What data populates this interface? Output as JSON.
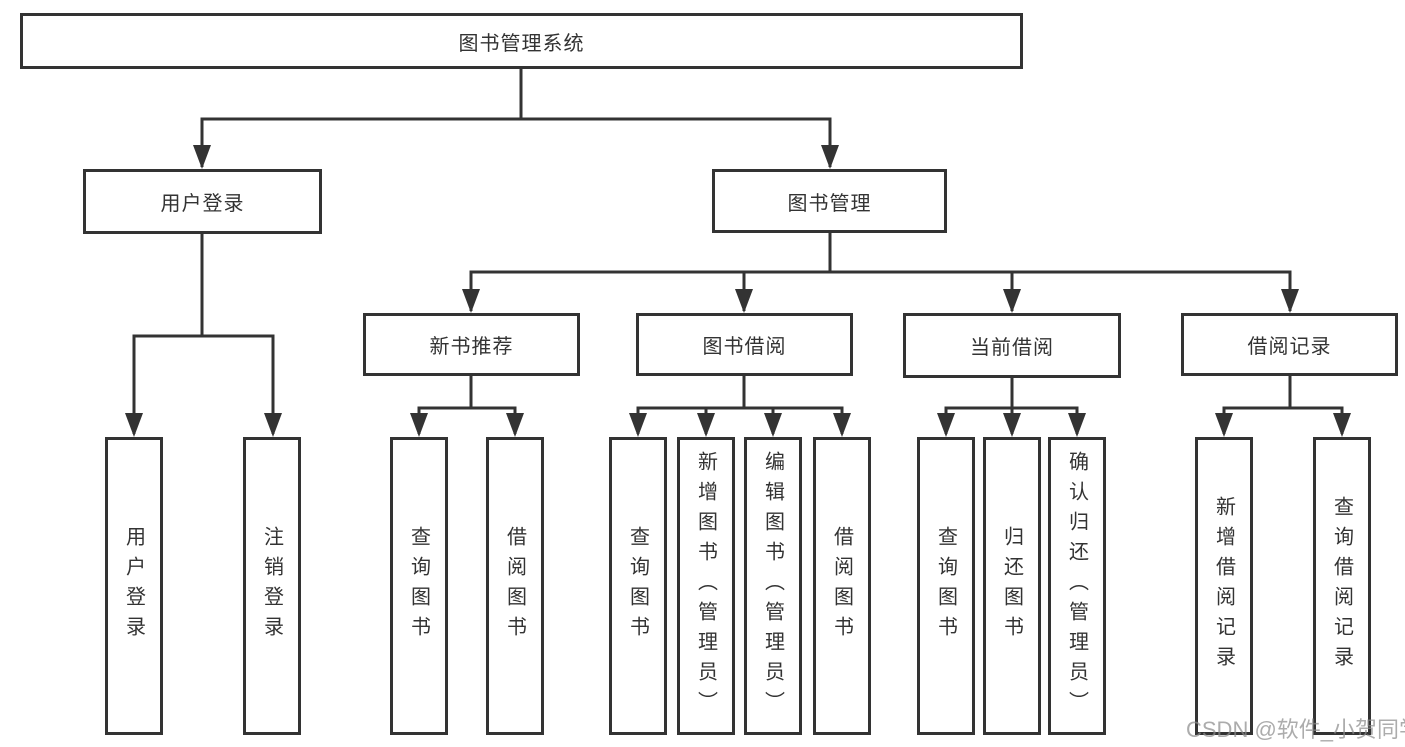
{
  "colors": {
    "line": "#333333",
    "text": "#333333",
    "box_fill": "#ffffff",
    "watermark_text": "#8c8c8c"
  },
  "tree": {
    "root": {
      "label": "图书管理系统"
    },
    "branches": [
      {
        "label": "用户登录",
        "children": [
          {
            "label": "用户登录"
          },
          {
            "label": "注销登录"
          }
        ]
      },
      {
        "label": "图书管理",
        "children": [
          {
            "label": "新书推荐",
            "children": [
              {
                "label": "查询图书"
              },
              {
                "label": "借阅图书"
              }
            ]
          },
          {
            "label": "图书借阅",
            "children": [
              {
                "label": "查询图书"
              },
              {
                "label": "新增图书（管理员）"
              },
              {
                "label": "编辑图书（管理员）"
              },
              {
                "label": "借阅图书"
              }
            ]
          },
          {
            "label": "当前借阅",
            "children": [
              {
                "label": "查询图书"
              },
              {
                "label": "归还图书"
              },
              {
                "label": "确认归还（管理员）"
              }
            ]
          },
          {
            "label": "借阅记录",
            "children": [
              {
                "label": "新增借阅记录"
              },
              {
                "label": "查询借阅记录"
              }
            ]
          }
        ]
      }
    ]
  },
  "watermark": {
    "text": "CSDN @软件_小贺同学"
  }
}
